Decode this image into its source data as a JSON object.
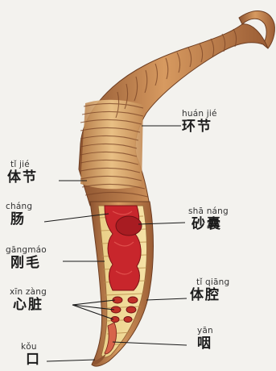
{
  "labels": {
    "huanjie": {
      "pinyin": "huán jié",
      "hanzi": "环节"
    },
    "tijie": {
      "pinyin": "tǐ jié",
      "hanzi": "体节"
    },
    "chang": {
      "pinyin": "cháng",
      "hanzi": "肠"
    },
    "gangmao": {
      "pinyin": "gāngmáo",
      "hanzi": "刚毛"
    },
    "xinzang": {
      "pinyin": "xīn zàng",
      "hanzi": "心脏"
    },
    "kou": {
      "pinyin": "kǒu",
      "hanzi": "口"
    },
    "shanang": {
      "pinyin": "shā náng",
      "hanzi": "砂囊"
    },
    "tiqiang": {
      "pinyin": "tǐ qiāng",
      "hanzi": "体腔"
    },
    "yan": {
      "pinyin": "yān",
      "hanzi": "咽"
    }
  },
  "colors": {
    "body_skin": "#c98a52",
    "body_dark": "#8e5430",
    "segment_light": "#e8bc7e",
    "body_cavity": "#f2dc96",
    "intestine": "#c8262c",
    "leader_line": "#1a1a1a"
  }
}
